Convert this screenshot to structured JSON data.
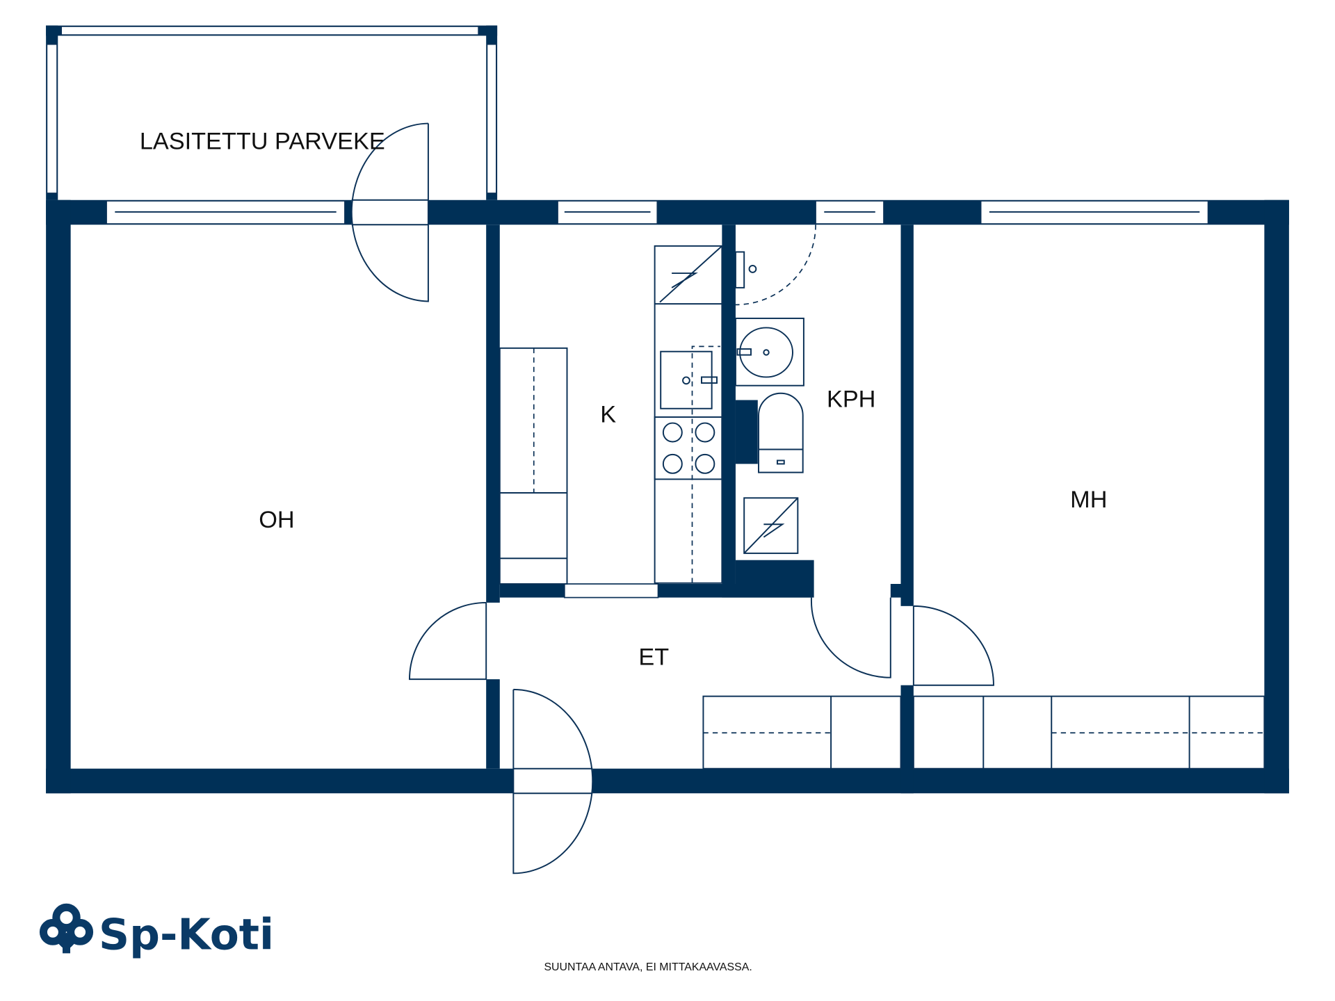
{
  "rooms": {
    "balcony": "LASITETTU PARVEKE",
    "living_room": "OH",
    "kitchen": "K",
    "bathroom": "KPH",
    "hallway": "ET",
    "bedroom": "MH"
  },
  "disclaimer": "SUUNTAA ANTAVA, EI MITTAKAAVASSA.",
  "logo": {
    "text": "Sp-Koti"
  },
  "colors": {
    "wall": "#003057",
    "logo": "#0a3a66"
  }
}
